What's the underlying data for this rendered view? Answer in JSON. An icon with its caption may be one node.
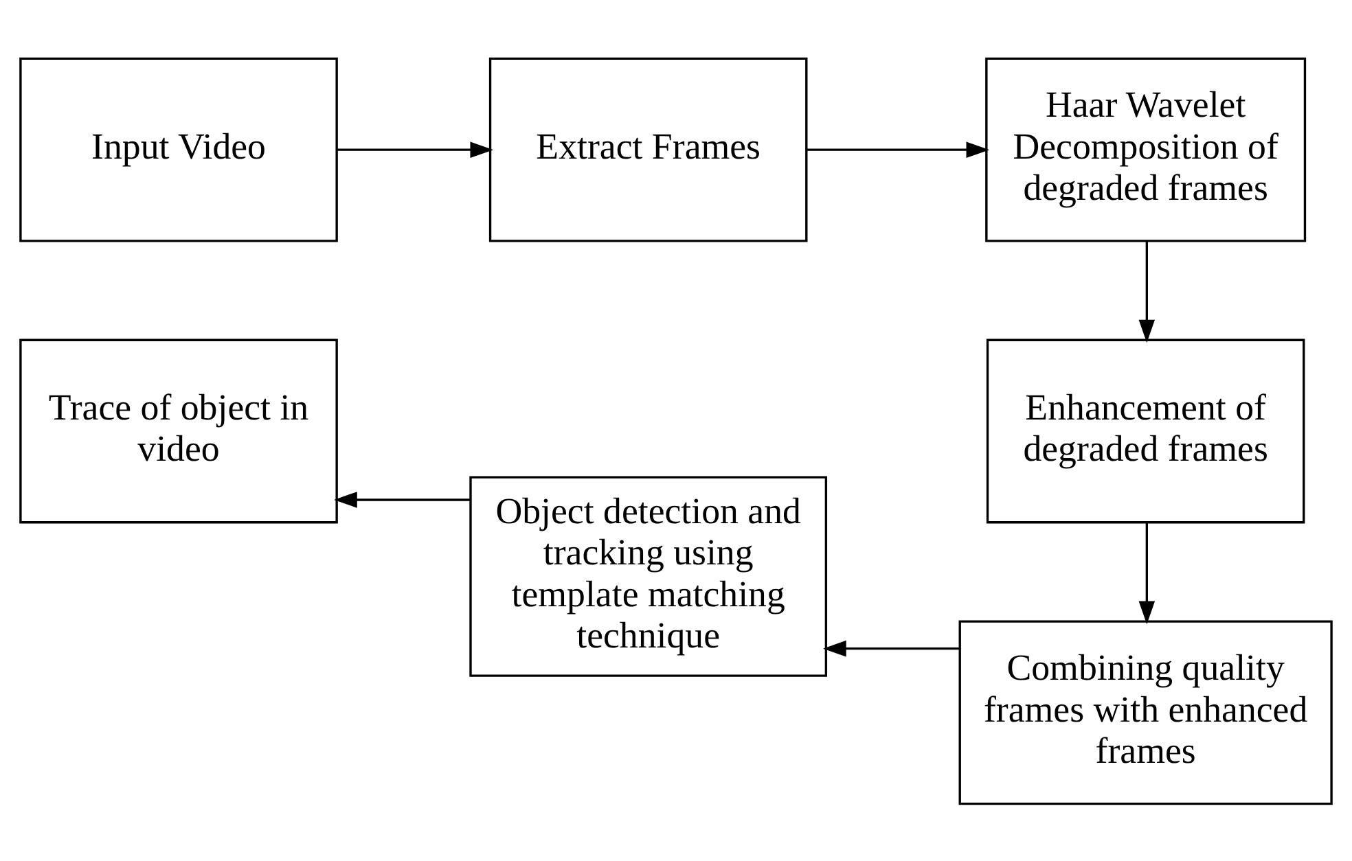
{
  "diagram": {
    "nodes": [
      {
        "text": [
          "Input Video"
        ]
      },
      {
        "text": [
          "Extract Frames"
        ]
      },
      {
        "text": [
          "Haar Wavelet Decomposition of degraded frames"
        ]
      },
      {
        "text": [
          "Enhancement of degraded frames"
        ]
      },
      {
        "text": [
          "Combining quality frames with enhanced frames"
        ]
      },
      {
        "text": [
          "Object detection and tracking using template matching technique"
        ]
      },
      {
        "text": [
          "Trace of object in video"
        ]
      }
    ],
    "edges": [
      {
        "from": 0,
        "to": 1,
        "arrow": "to"
      },
      {
        "from": 1,
        "to": 2,
        "arrow": "to"
      },
      {
        "from": 2,
        "to": 3,
        "arrow": "to"
      },
      {
        "from": 3,
        "to": 4,
        "arrow": "to"
      },
      {
        "from": 4,
        "to": 5,
        "arrow": "to"
      },
      {
        "from": 5,
        "to": 6,
        "arrow": "to"
      }
    ]
  }
}
